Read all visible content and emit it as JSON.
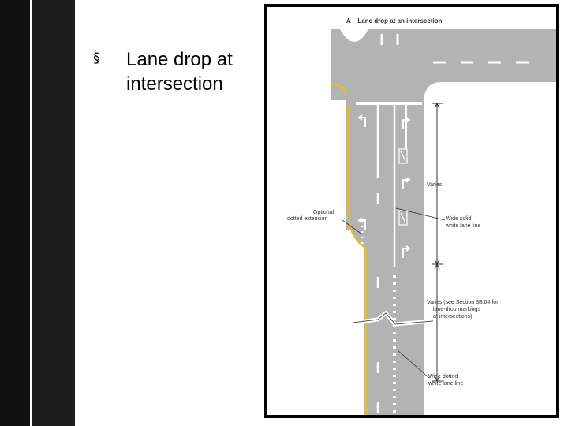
{
  "slide": {
    "bullet_marker": "§",
    "bullet_text": "Lane drop at intersection"
  },
  "figure": {
    "title": "A – Lane drop at an intersection",
    "labels": {
      "varies_top": "Varies",
      "optional": [
        "Optional",
        "dotted extension"
      ],
      "wide_solid": [
        "Wide solid",
        "white lane line"
      ],
      "varies_bottom": [
        "Varies (see Section 3B.04 for",
        "lane-drop markings",
        "at intersections)"
      ],
      "wide_dotted": [
        "Wide dotted",
        "white lane line"
      ]
    },
    "colors": {
      "road": "#b3b3b3",
      "yellow_line": "#e8c020",
      "white_marking": "#ffffff",
      "frame": "#000000",
      "leader": "#333333"
    },
    "icons": [
      "left-turn-arrow-icon",
      "right-turn-arrow-icon",
      "only-word-marking-icon",
      "break-line-icon"
    ]
  }
}
